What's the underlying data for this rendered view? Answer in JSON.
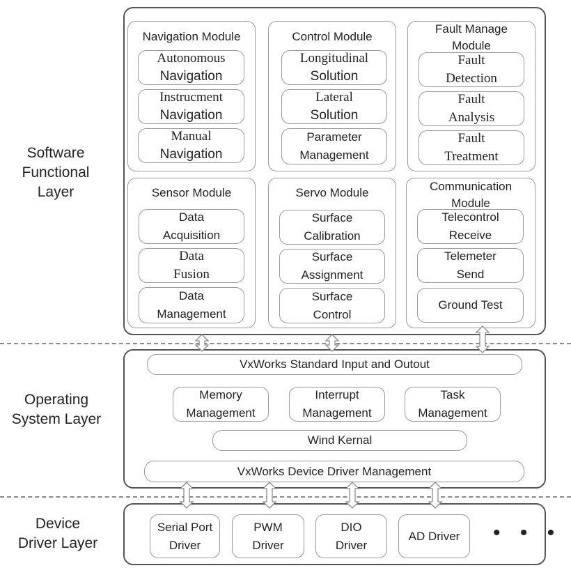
{
  "layers": {
    "software": [
      "Software",
      "Functional",
      "Layer"
    ],
    "os": [
      "Operating",
      "System Layer"
    ],
    "device": [
      "Device",
      "Driver Layer"
    ]
  },
  "software_layer": {
    "navigation": {
      "title": "Navigation Module",
      "items": [
        [
          "Autonomous",
          "Navigation"
        ],
        [
          "Instrucment",
          "Navigation"
        ],
        [
          "Manual",
          "Navigation"
        ]
      ]
    },
    "control": {
      "title": "Control Module",
      "items": [
        [
          "Longitudinal",
          "Solution"
        ],
        [
          "Lateral",
          "Solution"
        ],
        [
          "Parameter",
          "Management"
        ]
      ]
    },
    "fault": {
      "title": [
        "Fault Manage",
        "Module"
      ],
      "items": [
        [
          "Fault",
          "Detection"
        ],
        [
          "Fault",
          "Analysis"
        ],
        [
          "Fault",
          "Treatment"
        ]
      ]
    },
    "sensor": {
      "title": "Sensor Module",
      "items": [
        [
          "Data",
          "Acquisition"
        ],
        [
          "Data",
          "Fusion"
        ],
        [
          "Data",
          "Management"
        ]
      ]
    },
    "servo": {
      "title": "Servo Module",
      "items": [
        [
          "Surface",
          "Calibration"
        ],
        [
          "Surface",
          "Assignment"
        ],
        [
          "Surface",
          "Control"
        ]
      ]
    },
    "communication": {
      "title": [
        "Communication",
        "Module"
      ],
      "items": [
        [
          "Telecontrol",
          "Receive"
        ],
        [
          "Telemeter",
          "Send"
        ],
        [
          "Ground Test"
        ]
      ]
    }
  },
  "os_layer": {
    "io": "VxWorks Standard Input and Outout",
    "memory": [
      "Memory",
      "Management"
    ],
    "interrupt": [
      "Interrupt",
      "Management"
    ],
    "task": [
      "Task",
      "Management"
    ],
    "kernel": "Wind Kernal",
    "driver_mgmt": "VxWorks Device Driver Management"
  },
  "device_layer": {
    "drivers": [
      [
        "Serial Port",
        "Driver"
      ],
      [
        "PWM",
        "Driver"
      ],
      [
        "DIO",
        "Driver"
      ],
      [
        "AD Driver"
      ]
    ],
    "more": "• • •"
  },
  "colors": {
    "border_main": "#555555",
    "border_box": "#9a9a9a",
    "dash": "#8a8a8a"
  }
}
